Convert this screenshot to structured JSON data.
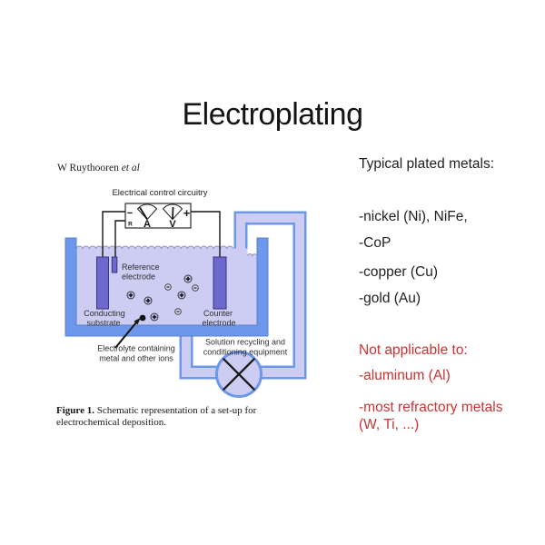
{
  "slide": {
    "title": "Electroplating"
  },
  "figure": {
    "attribution": {
      "author": "W Ruythooren",
      "suffix": "et al"
    },
    "circuit_label": "Electrical control circuitry",
    "meter_a": "A",
    "meter_v": "V",
    "terminal_minus": "−",
    "terminal_plus": "+",
    "terminal_r": "R",
    "labels": {
      "reference": [
        "Reference",
        "electrode"
      ],
      "conducting": [
        "Conducting",
        "substrate"
      ],
      "counter": [
        "Counter",
        "electrode"
      ],
      "solution": [
        "Solution recycling and",
        "conditioning equipment"
      ],
      "electrolyte": [
        "Electrolyte containing",
        "metal and other ions"
      ]
    },
    "icons": {
      "positive_ion": "⊕",
      "negative_ion": "⊖",
      "pump": "⊗"
    },
    "caption_label": "Figure 1.",
    "caption_text": "Schematic representation of a set-up for electrochemical deposition.",
    "colors": {
      "tank_blue": "#6d97ea",
      "liquid_lavender": "#cdcdf4",
      "electrode_purple": "#6c68ce"
    }
  },
  "content": {
    "plated_heading": "Typical plated metals:",
    "plated_items": [
      "-nickel (Ni), NiFe,",
      "-CoP",
      "-copper (Cu)",
      "-gold (Au)"
    ],
    "na_heading": "Not applicable to:",
    "na_items": [
      "-aluminum (Al)",
      "-most refractory metals (W, Ti, ...)"
    ],
    "text_color": "#1f1f1f",
    "warning_color": "#cc3232"
  }
}
